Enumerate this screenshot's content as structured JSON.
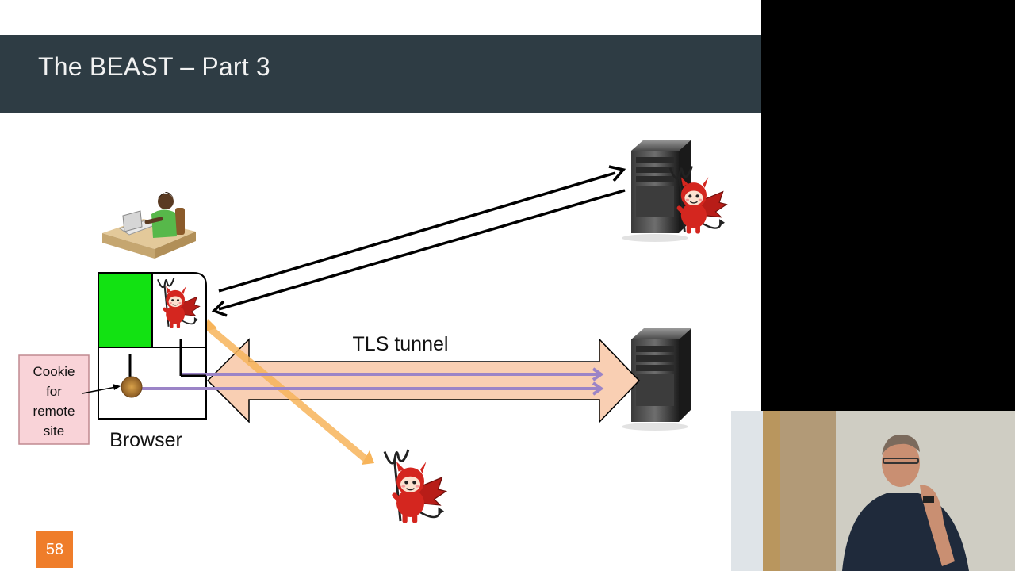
{
  "slide": {
    "title": "The BEAST – Part 3",
    "page_number": "58"
  },
  "diagram": {
    "tls_label": "TLS tunnel",
    "browser_label": "Browser",
    "cookie_label": [
      "Cookie",
      "for",
      "remote",
      "site"
    ]
  },
  "colors": {
    "title_bar": "#2e3c44",
    "page_badge": "#ef7d2a",
    "tunnel_fill": "#f9cfb3",
    "attack_stream": "#9b84c7",
    "leak_path": "#f7b45a",
    "green_frame": "#12e212",
    "devil_red": "#d4261f"
  },
  "icons": [
    "user-at-desk-icon",
    "server-icon",
    "devil-icon",
    "cookie-icon"
  ]
}
